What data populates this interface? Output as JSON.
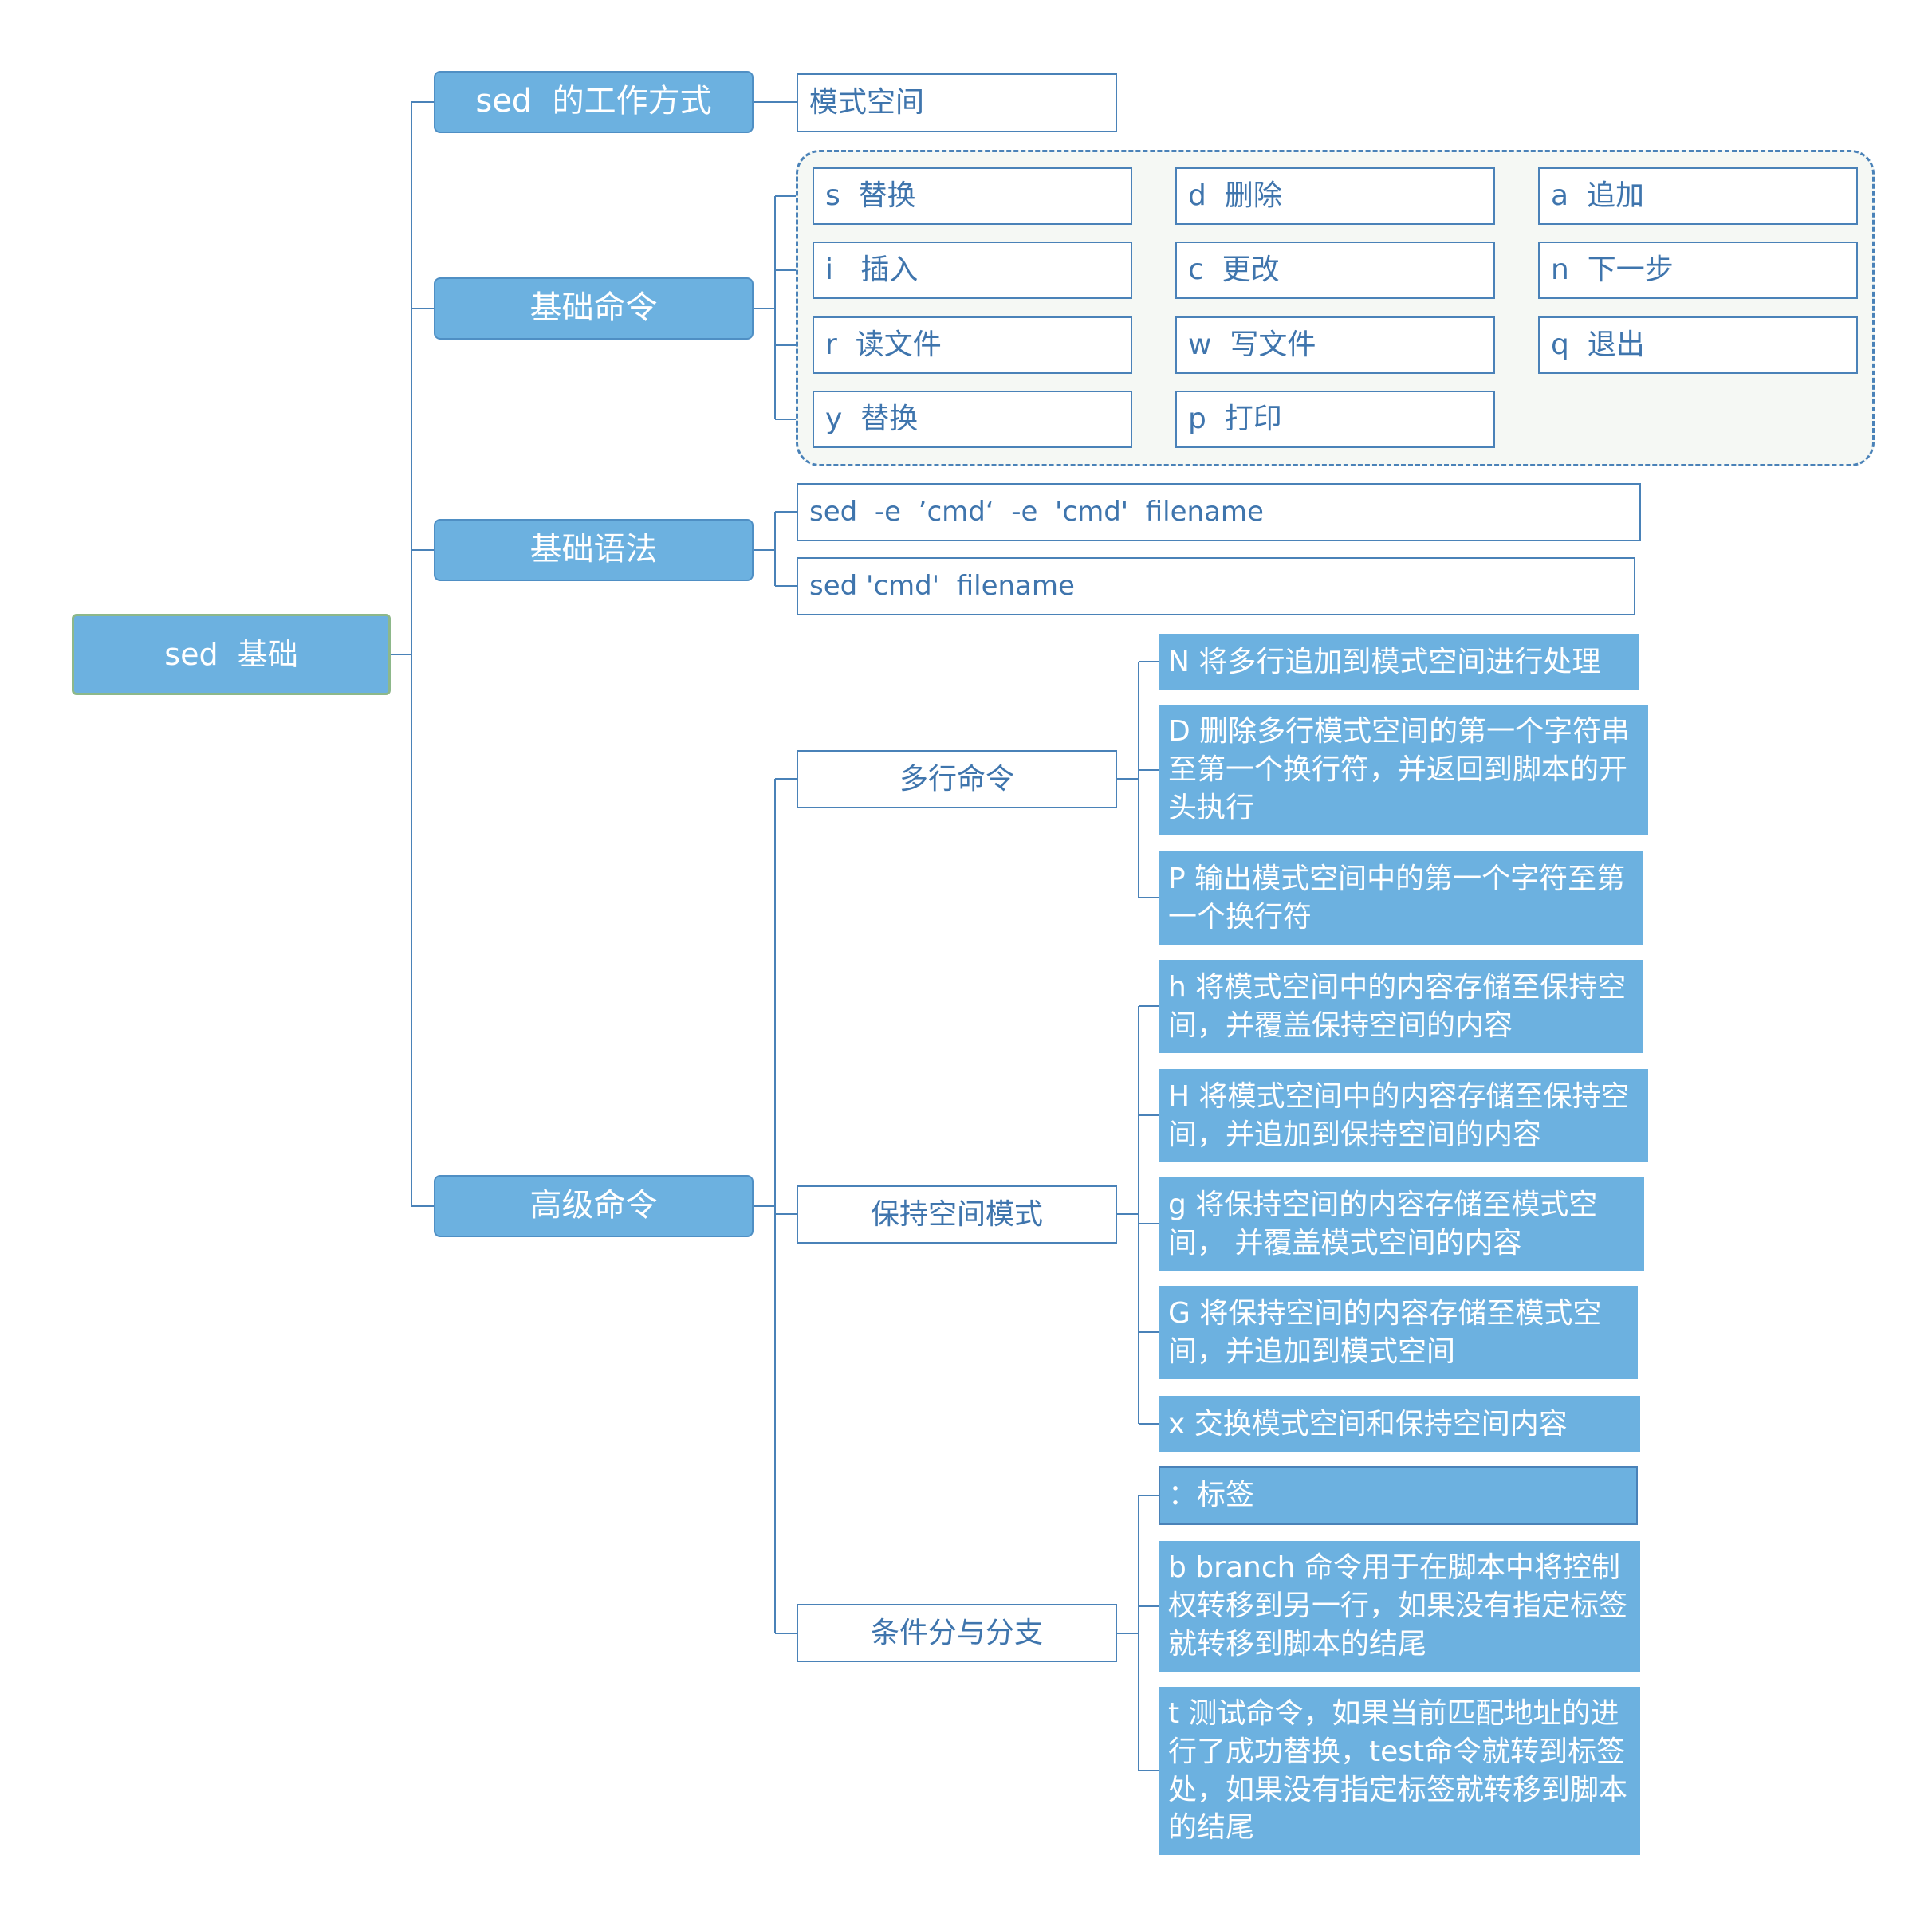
{
  "root": {
    "label": "sed  基础"
  },
  "branches": {
    "how_it_works": {
      "label": "sed  的工作方式",
      "children": [
        "模式空间"
      ]
    },
    "basic_commands": {
      "label": "基础命令",
      "items": [
        "s  替换",
        "d  删除",
        "a  追加",
        "i   插入",
        "c  更改",
        "n  下一步",
        "r  读文件",
        "w  写文件",
        "q  退出",
        "y  替换",
        "p  打印"
      ]
    },
    "basic_syntax": {
      "label": "基础语法",
      "items": [
        "sed  -e  ’cmd‘  -e  'cmd'  filename",
        "sed 'cmd'  filename"
      ]
    },
    "advanced": {
      "label": "高级命令",
      "multiline": {
        "label": "多行命令",
        "items": [
          "N  将多行追加到模式空间进行处理",
          "D  删除多行模式空间的第一个字符串\n至第一个换行符，并返回到脚本的开\n头执行",
          "P  输出模式空间中的第一个字符至第\n一个换行符"
        ]
      },
      "hold_space": {
        "label": "保持空间模式",
        "items": [
          "h  将模式空间中的内容存储至保持空\n间，并覆盖保持空间的内容",
          "H  将模式空间中的内容存储至保持空\n间，并追加到保持空间的内容",
          "g  将保持空间的内容存储至模式空\n间，  并覆盖模式空间的内容",
          "G  将保持空间的内容存储至模式空\n间，并追加到模式空间",
          "x  交换模式空间和保持空间内容"
        ]
      },
      "branching": {
        "label": "条件分与分支",
        "items": [
          "：标签",
          "b  branch  命令用于在脚本中将控制\n权转移到另一行，如果没有指定标签\n就转移到脚本的结尾",
          "t  测试命令，如果当前匹配地址的进\n行了成功替换，test命令就转到标签\n处，如果没有指定标签就转移到脚本\n的结尾"
        ]
      }
    }
  },
  "colors": {
    "fill": "#6cb1e0",
    "line": "#4a82b8",
    "root_border": "#8db88a",
    "group_bg": "#f5f8f4"
  }
}
